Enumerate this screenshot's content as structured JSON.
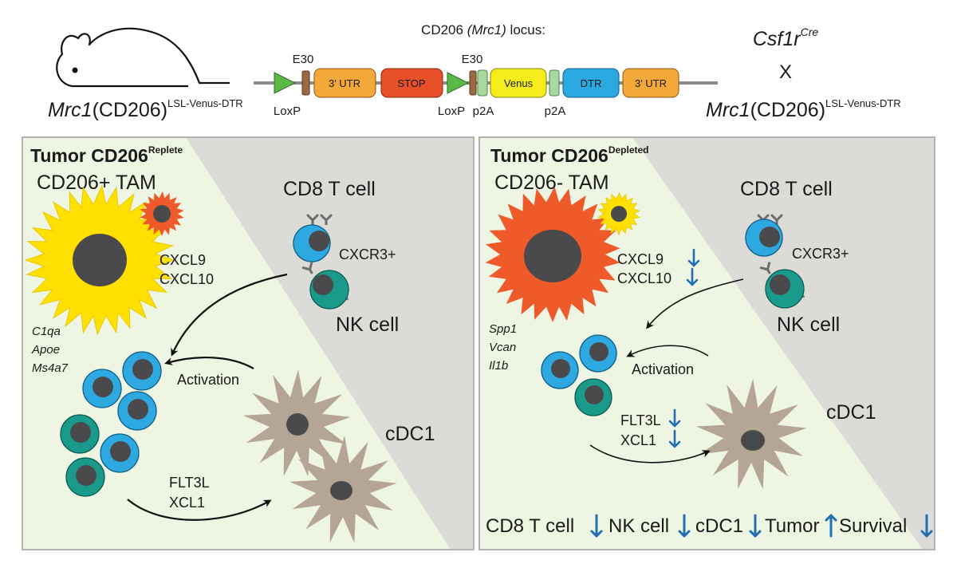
{
  "header": {
    "locus_title": "CD206 (Mrc1) locus:",
    "locus_title_plain": "CD206",
    "locus_title_italic": "(Mrc1)",
    "locus_title_suffix": " locus:",
    "mouse_label_italic": "Mrc1",
    "mouse_label_main": "(CD206)",
    "mouse_label_sup": "LSL-Venus-DTR",
    "cross_symbol": "X",
    "cre_line_italic": "Csf1r",
    "cre_line_sup": "Cre",
    "cross_label_italic": "Mrc1",
    "cross_label_main": "(CD206)",
    "cross_label_sup": "LSL-Venus-DTR"
  },
  "construct": {
    "e30_1": "E30",
    "e30_2": "E30",
    "utr_1": "3' UTR",
    "stop": "STOP",
    "venus": "Venus",
    "dtr": "DTR",
    "utr_2": "3' UTR",
    "loxp_1": "LoxP",
    "loxp_2": "LoxP",
    "p2a_1": "p2A",
    "p2a_2": "p2A"
  },
  "left_panel": {
    "title_bold": "Tumor CD206",
    "title_sup": "Replete",
    "tam_label": "CD206+ TAM",
    "cd8_label": "CD8 T cell",
    "cxcr3_label": "CXCR3+",
    "nk_label": "NK cell",
    "chemokine_1": "CXCL9",
    "chemokine_2": "CXCL10",
    "genes": [
      "C1qa",
      "Apoe",
      "Ms4a7"
    ],
    "activation": "Activation",
    "cdc1_label": "cDC1",
    "factor_1": "FLT3L",
    "factor_2": "XCL1"
  },
  "right_panel": {
    "title_bold": "Tumor CD206",
    "title_sup": "Depleted",
    "tam_label": "CD206- TAM",
    "cd8_label": "CD8 T cell",
    "cxcr3_label": "CXCR3+",
    "nk_label": "NK cell",
    "chemokine_1": "CXCL9",
    "chemokine_2": "CXCL10",
    "genes": [
      "Spp1",
      "Vcan",
      "Il1b"
    ],
    "activation": "Activation",
    "cdc1_label": "cDC1",
    "factor_1": "FLT3L",
    "factor_2": "XCL1",
    "outcomes": [
      "CD8 T cell",
      "NK cell",
      "cDC1",
      "Tumor",
      "Survival"
    ],
    "outcome_directions": [
      "down",
      "down",
      "down",
      "up",
      "down"
    ]
  },
  "colors": {
    "panel_green": "#eef5e2",
    "panel_grey": "#dddbd7",
    "tam_yellow": "#ffe000",
    "tam_orange": "#ee5a2a",
    "nucleus": "#4a4a4c",
    "tcell_blue": "#2ea8e0",
    "nk_teal": "#1a9a8a",
    "dc_tan": "#b5a594",
    "arrow_blue": "#1f6fb2",
    "utr_orange": "#f5a83a",
    "stop_red": "#e8502a",
    "venus_yellow": "#f5ec1c",
    "dtr_blue": "#2aa8e0",
    "loxp_green": "#5ab847",
    "e30_brown": "#9a6a44",
    "p2a_green": "#a8d8a0"
  }
}
